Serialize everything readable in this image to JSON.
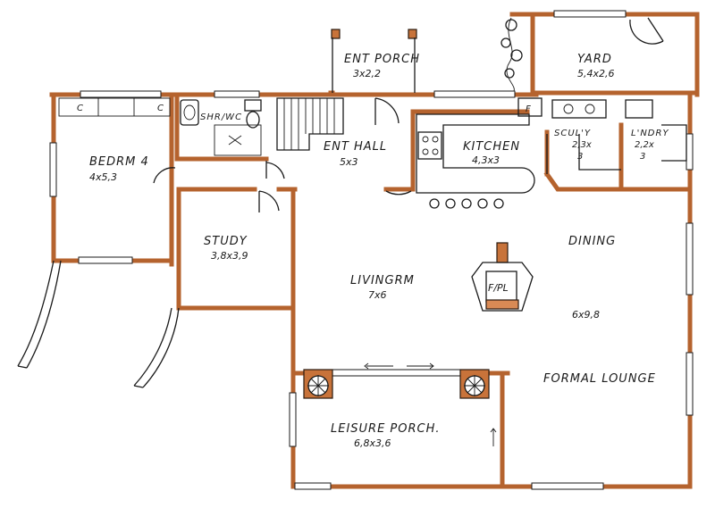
{
  "rooms": {
    "ent_porch": {
      "label": "ENT PORCH",
      "dims": "3x2,2"
    },
    "yard": {
      "label": "YARD",
      "dims": "5,4x2,6"
    },
    "bedroom4": {
      "label": "BEDRM 4",
      "dims": "4x5,3"
    },
    "shower_wc": {
      "label": "SHR/WC",
      "dims": ""
    },
    "ent_hall": {
      "label": "ENT HALL",
      "dims": "5x3"
    },
    "kitchen": {
      "label": "KITCHEN",
      "dims": "4,3x3"
    },
    "scullery": {
      "label": "SCUL'Y",
      "dims": "2,3x",
      "dims2": "3"
    },
    "laundry": {
      "label": "L'NDRY",
      "dims": "2,2x",
      "dims2": "3"
    },
    "study": {
      "label": "STUDY",
      "dims": "3,8x3,9"
    },
    "dining": {
      "label": "DINING",
      "dims": ""
    },
    "living": {
      "label": "LIVINGRM",
      "dims": "7x6"
    },
    "formal_lounge": {
      "label": "FORMAL LOUNGE",
      "dims": "6x9,8"
    },
    "leisure_porch": {
      "label": "LEISURE PORCH.",
      "dims": "6,8x3,6"
    }
  },
  "fixtures": {
    "fireplace": "F/PL",
    "fridge": "F",
    "cupboard_a": "C",
    "cupboard_b": "C"
  }
}
